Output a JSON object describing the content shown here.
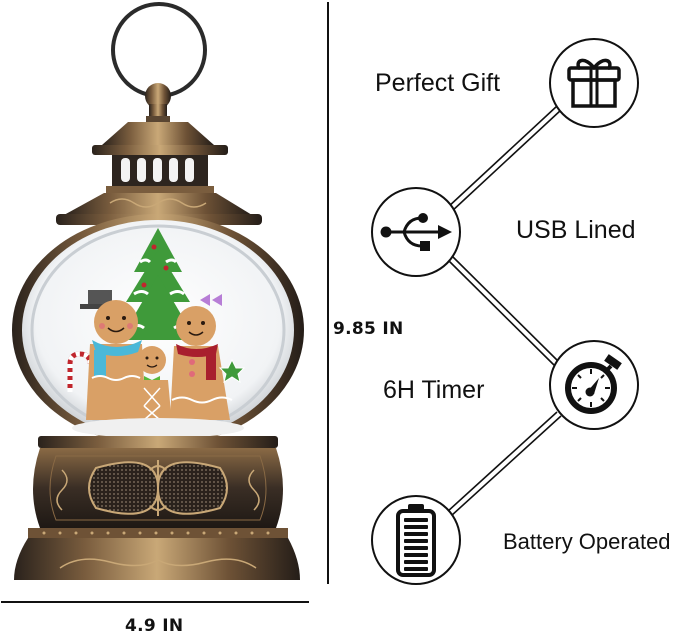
{
  "product": {
    "name": "Gingerbread family snow globe lantern",
    "scene": [
      "gingerbread man with top hat and blue scarf",
      "gingerbread child with green bow tie",
      "gingerbread girl with purple bow and red scarf",
      "snowy christmas tree",
      "candy cane",
      "star"
    ],
    "colors": {
      "metal_dark": "#2b2420",
      "metal_bronze": "#8a6a45",
      "metal_highlight": "#c9a877",
      "glass": "#eef1f3",
      "gingerbread": "#d9a066",
      "tree": "#3f9a3a"
    }
  },
  "dimensions": {
    "height_label": "9.85 IN",
    "width_label": "4.9 IN"
  },
  "features": [
    {
      "label": "Perfect Gift",
      "icon": "gift-icon"
    },
    {
      "label": "USB Lined",
      "icon": "usb-icon"
    },
    {
      "label": "6H Timer",
      "icon": "stopwatch-icon"
    },
    {
      "label": "Battery Operated",
      "icon": "battery-icon"
    }
  ],
  "style": {
    "line_color": "#111111",
    "background": "#ffffff"
  }
}
